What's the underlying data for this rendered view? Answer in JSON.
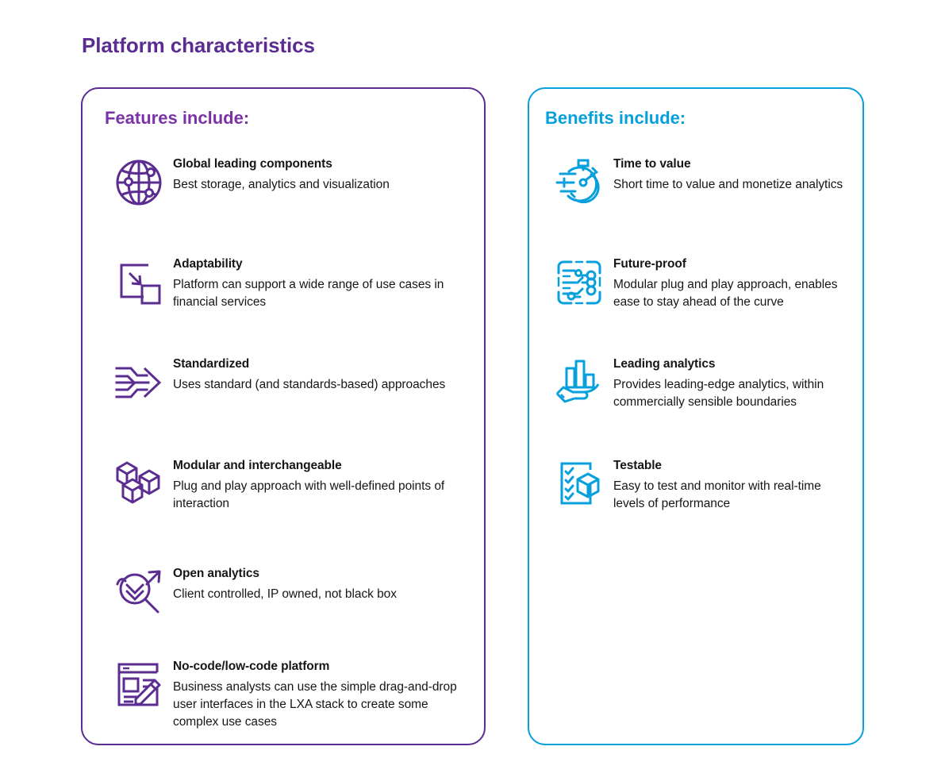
{
  "page": {
    "title": "Platform characteristics",
    "title_color": "#5B2D90",
    "background": "#ffffff"
  },
  "colors": {
    "purple": "#5B2D90",
    "purple_heading": "#7B32A8",
    "blue": "#079FDC",
    "text": "#161616"
  },
  "features_card": {
    "heading": "Features include:",
    "accent": "#5B2D90",
    "items": [
      {
        "icon": "globe-network-icon",
        "title": "Global leading components",
        "desc": "Best storage, analytics and visualization"
      },
      {
        "icon": "resize-square-arrow-icon",
        "title": "Adaptability",
        "desc": "Platform can support a wide range of use cases in financial services"
      },
      {
        "icon": "converging-lines-arrow-icon",
        "title": "Standardized",
        "desc": "Uses standard (and standards-based) approaches"
      },
      {
        "icon": "three-cubes-icon",
        "title": "Modular and interchangeable",
        "desc": "Plug and play approach with well-defined points of interaction"
      },
      {
        "icon": "magnifier-trend-arrow-icon",
        "title": "Open analytics",
        "desc": "Client controlled, IP owned, not black box"
      },
      {
        "icon": "document-pencil-icon",
        "title": "No-code/low-code platform",
        "desc": "Business analysts can use the simple drag-and-drop user interfaces in the LXA stack to create some complex use cases"
      }
    ]
  },
  "benefits_card": {
    "heading": "Benefits include:",
    "accent": "#079FDC",
    "items": [
      {
        "icon": "stopwatch-speed-icon",
        "title": "Time to value",
        "desc": "Short time to value and monetize analytics"
      },
      {
        "icon": "circuit-board-icon",
        "title": "Future-proof",
        "desc": "Modular plug and play approach, enables ease to stay ahead of the curve"
      },
      {
        "icon": "hand-bar-chart-icon",
        "title": "Leading analytics",
        "desc": "Provides leading-edge analytics, within commercially sensible boundaries"
      },
      {
        "icon": "checklist-cube-icon",
        "title": "Testable",
        "desc": "Easy to test and monitor with real-time levels of performance"
      }
    ]
  }
}
